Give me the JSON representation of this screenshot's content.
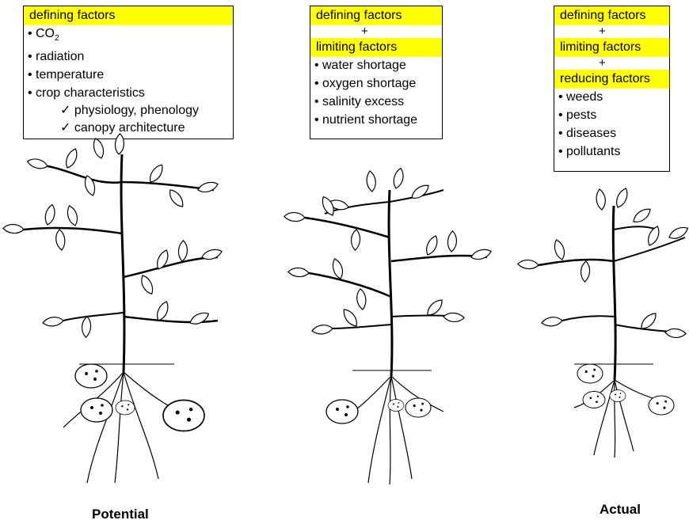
{
  "box1": {
    "header": "defining factors",
    "items": [
      "CO",
      "radiation",
      "temperature",
      "crop characteristics"
    ],
    "co2_subscript": "2",
    "subitems": [
      "physiology, phenology",
      "canopy architecture"
    ]
  },
  "box2": {
    "header1": "defining factors",
    "plus1": "+",
    "header2": "limiting factors",
    "items": [
      "water shortage",
      "oxygen shortage",
      "salinity excess",
      "nutrient shortage"
    ]
  },
  "box3": {
    "header1": "defining factors",
    "plus1": "+",
    "header2": "limiting factors",
    "plus2": "+",
    "header3": "reducing factors",
    "items": [
      "weeds",
      "pests",
      "diseases",
      "pollutants"
    ]
  },
  "captions": {
    "left": "Potential",
    "right": "Actual"
  },
  "glyphs": {
    "bullet": "•",
    "check": "✓"
  }
}
